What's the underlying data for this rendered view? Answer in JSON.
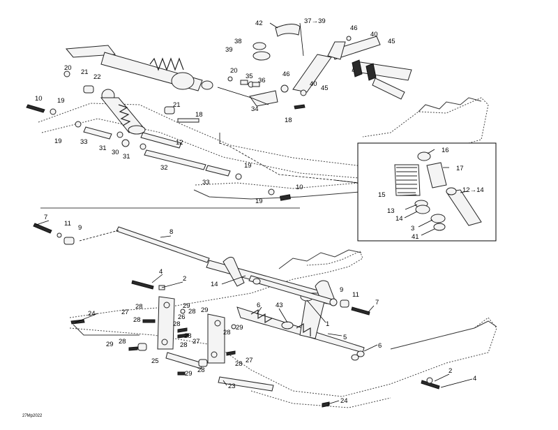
{
  "figure_code": "27Mp2022",
  "callouts": {
    "c1": "1",
    "c2a": "2",
    "c2b": "2",
    "c3": "3",
    "c4a": "4",
    "c4b": "4",
    "c5": "5",
    "c6a": "6",
    "c6b": "6",
    "c7a": "7",
    "c7b": "7",
    "c8": "8",
    "c9a": "9",
    "c9b": "9",
    "c10a": "10",
    "c10b": "10",
    "c11a": "11",
    "c11b": "11",
    "c12": "12",
    "c12to14": "12→14",
    "c13": "13",
    "c14a": "14",
    "c14b": "14",
    "c15": "15",
    "c16": "16",
    "c17": "17",
    "c18a": "18",
    "c18b": "18",
    "c19a": "19",
    "c19b": "19",
    "c19c": "19",
    "c19d": "19",
    "c20a": "20",
    "c20b": "20",
    "c21a": "21",
    "c21b": "21",
    "c22": "22",
    "c23": "23",
    "c24a": "24",
    "c24b": "24",
    "c25": "25",
    "c26": "26",
    "c27a": "27",
    "c27b": "27",
    "c27c": "27",
    "c28a": "28",
    "c28b": "28",
    "c28c": "28",
    "c28d": "28",
    "c28e": "28",
    "c28f": "28",
    "c28g": "28",
    "c28h": "28",
    "c29a": "29",
    "c29b": "29",
    "c29c": "29",
    "c29d": "29",
    "c30": "30",
    "c31a": "31",
    "c31b": "31",
    "c32": "32",
    "c33a": "33",
    "c33b": "33",
    "c34": "34",
    "c35": "35",
    "c36": "36",
    "c37to39": "37→39",
    "c38": "38",
    "c39": "39",
    "c40a": "40",
    "c40b": "40",
    "c41": "41",
    "c42": "42",
    "c43": "43",
    "c45a": "45",
    "c45b": "45",
    "c46a": "46",
    "c46b": "46"
  }
}
